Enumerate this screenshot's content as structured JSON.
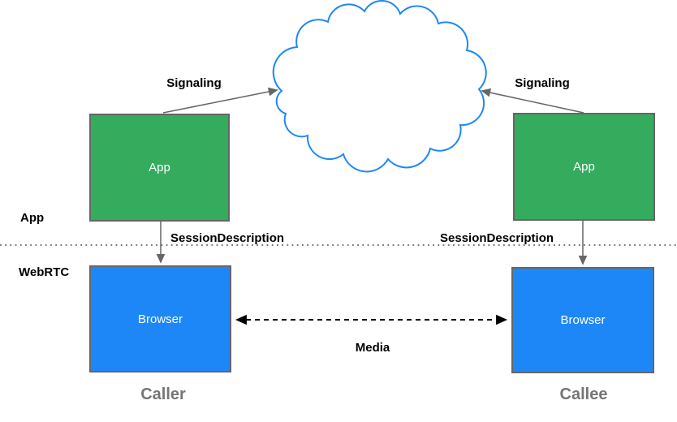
{
  "diagram": {
    "layers": {
      "app_label": "App",
      "webrtc_label": "WebRTC"
    },
    "nodes": {
      "app_left": {
        "label": "App"
      },
      "app_right": {
        "label": "App"
      },
      "browser_left": {
        "label": "Browser"
      },
      "browser_right": {
        "label": "Browser"
      }
    },
    "connections": {
      "signaling_left": {
        "label": "Signaling"
      },
      "signaling_right": {
        "label": "Signaling"
      },
      "session_description_left": {
        "label": "SessionDescription"
      },
      "session_description_right": {
        "label": "SessionDescription"
      },
      "media": {
        "label": "Media"
      }
    },
    "endpoints": {
      "caller": "Caller",
      "callee": "Callee"
    },
    "colors": {
      "app_box": "#35AB5E",
      "browser_box": "#1E87F8",
      "cloud_stroke": "#1E87F8",
      "box_border": "#666666",
      "connector_gray": "#666666",
      "connector_black": "#000000",
      "endpoint_text": "#757575",
      "label_text": "#000000",
      "node_text": "#FFFFFF"
    }
  }
}
